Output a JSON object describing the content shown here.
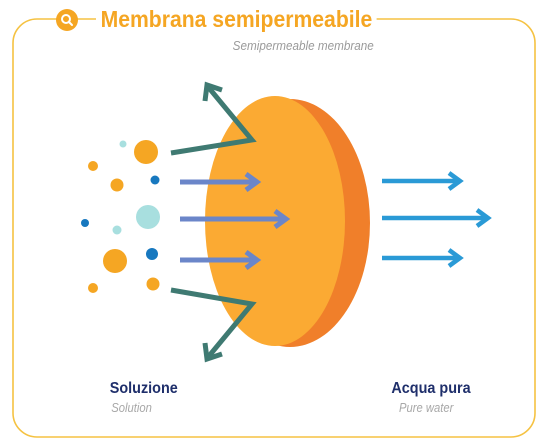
{
  "header": {
    "title": "Membrana semipermeabile",
    "subtitle": "Semipermeable membrane"
  },
  "labels": {
    "solution_it": "Soluzione",
    "solution_en": "Solution",
    "water_it": "Acqua pura",
    "water_en": "Pure water"
  },
  "icons": {
    "header_icon": "search-icon"
  },
  "colors": {
    "frame": "#f5c242",
    "accent": "#f5a623",
    "membrane_front": "#fbaa33",
    "membrane_edge": "#f07f2a",
    "blocked_arrow": "#3f7a72",
    "passing_arrow": "#6b86c9",
    "water_arrow": "#2a9ad6",
    "particle_orange": "#f5a623",
    "particle_teal": "#a8dfdf",
    "particle_blue": "#1778bf",
    "label_text": "#1f2f6b",
    "sub_text": "#a8a8a8"
  }
}
